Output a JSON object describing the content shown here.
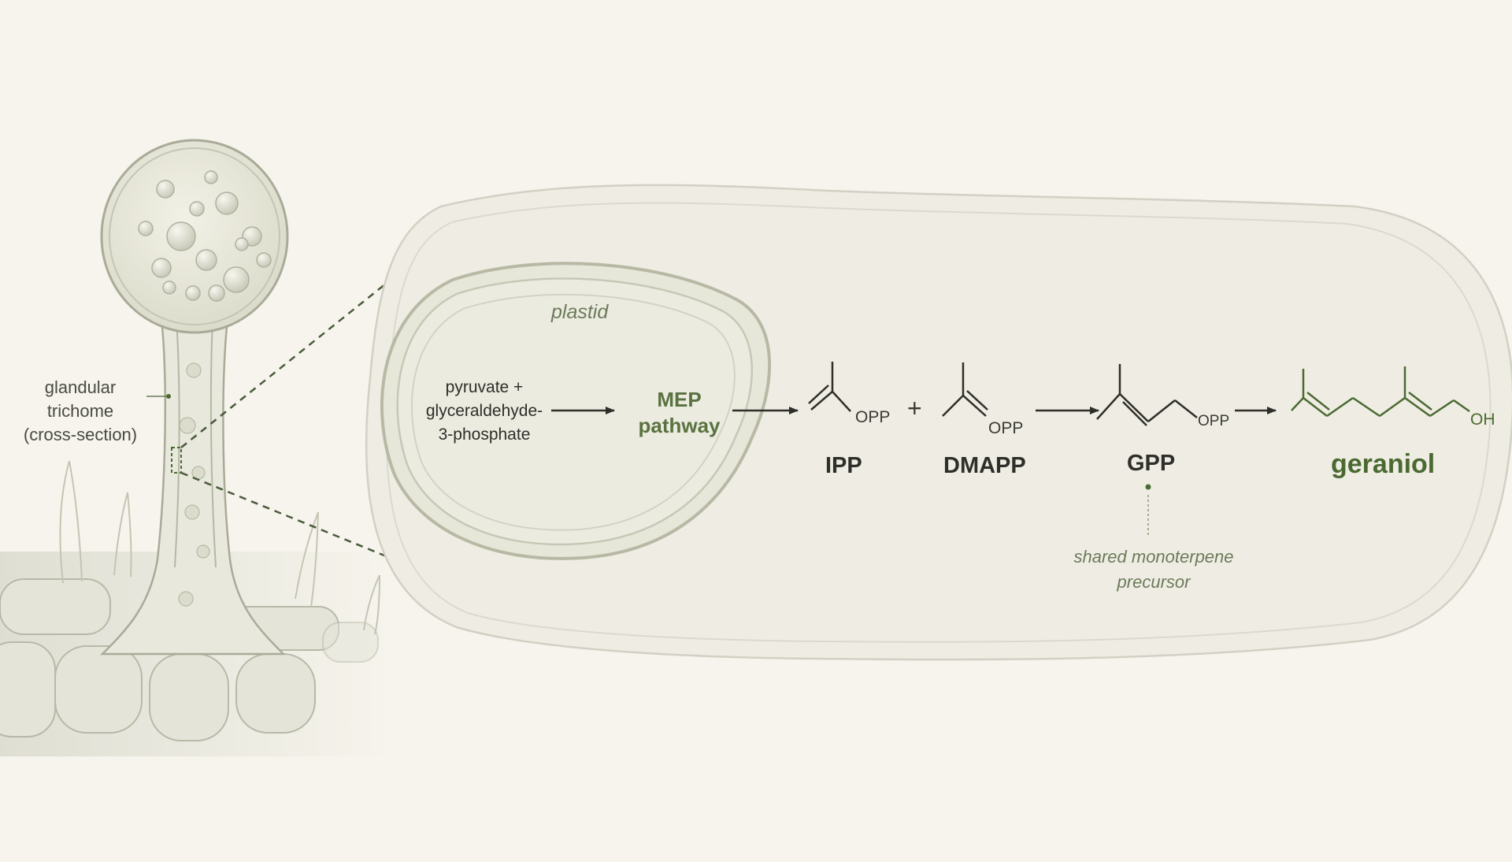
{
  "trichome": {
    "label_lines": [
      "glandular",
      "trichome",
      "(cross-section)"
    ]
  },
  "plastid": {
    "label": "plastid",
    "substrate_lines": [
      "pyruvate +",
      "glyceraldehyde-",
      "3-phosphate"
    ],
    "pathway_lines": [
      "MEP",
      "pathway"
    ]
  },
  "molecules": {
    "ipp": {
      "name": "IPP",
      "group": "OPP"
    },
    "dmapp": {
      "name": "DMAPP",
      "group": "OPP"
    },
    "plus": "+",
    "gpp": {
      "name": "GPP",
      "group": "OPP",
      "note_lines": [
        "shared monoterpene",
        "precursor"
      ]
    },
    "geraniol": {
      "name": "geraniol",
      "group": "OH"
    }
  },
  "colors": {
    "background": "#f6f4ec",
    "accent_green": "#5a7240",
    "product_green": "#4a6a32",
    "ink": "#2e2e2a",
    "outline": "#cfd0c4"
  }
}
